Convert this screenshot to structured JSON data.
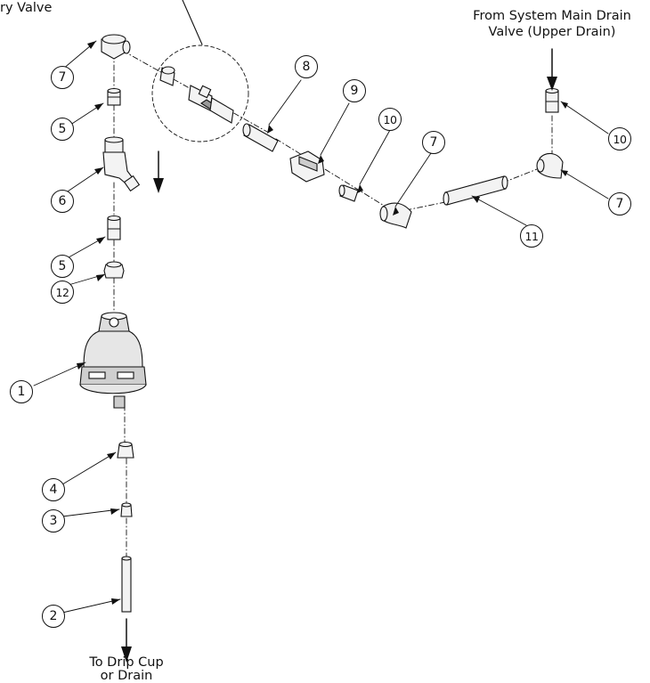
{
  "labels": {
    "top_left": "ry Valve",
    "main_drain_line1": "From System Main Drain",
    "main_drain_line2": "Valve (Upper Drain)",
    "drip_line1": "To Drip Cup",
    "drip_line2": "or Drain"
  },
  "callouts": [
    "7",
    "5",
    "6",
    "5",
    "12",
    "1",
    "4",
    "3",
    "2",
    "8",
    "9",
    "10",
    "7",
    "11",
    "10",
    "7"
  ],
  "icons": [
    "flow-arrow-icon",
    "dashed-detail-circle"
  ]
}
